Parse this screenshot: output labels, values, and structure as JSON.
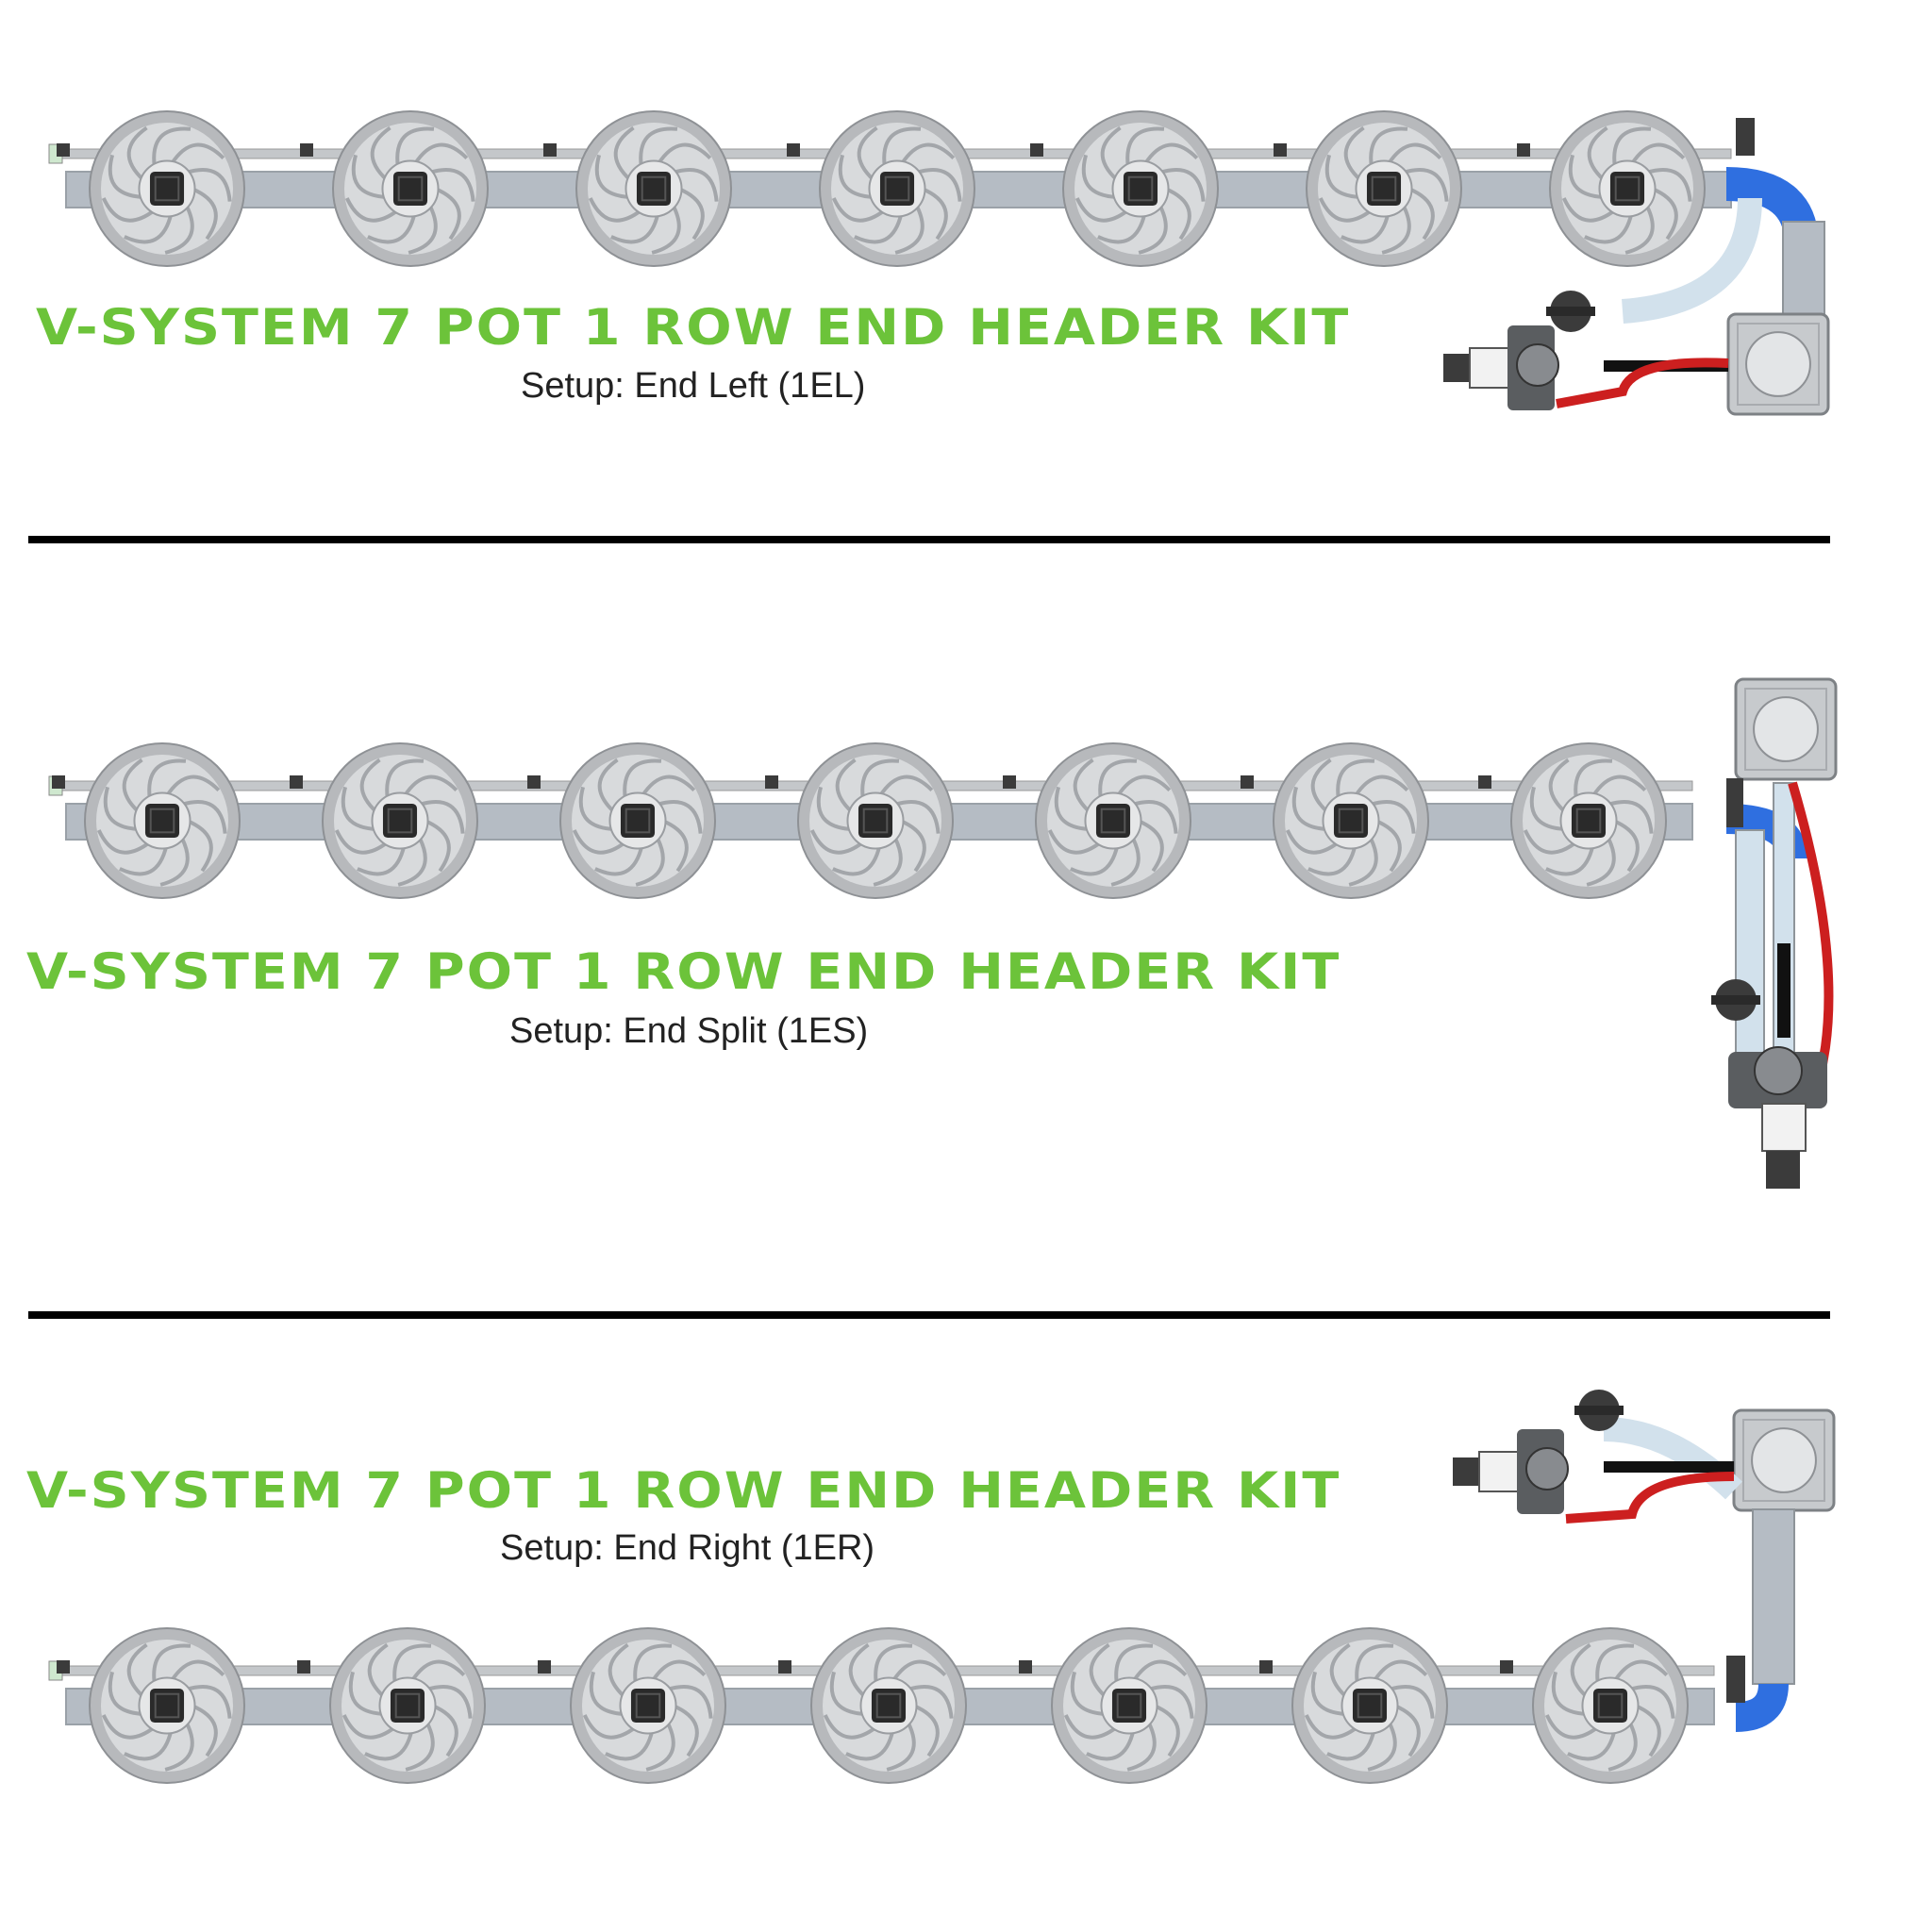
{
  "colors": {
    "title": "#6cc33a",
    "setup_text": "#222222",
    "pot_outer": "#b7b9bc",
    "pot_inner": "#d8dadc",
    "pot_center": "#2a2a2a",
    "pipe": "#b5bcc4",
    "pipe_light": "#d2e1ec",
    "tube_blue": "#2f6fe0",
    "tube_red": "#cc1f1f",
    "tank": "#c7cacd",
    "fitting": "#5a5d60",
    "valve": "#3b3b3b"
  },
  "kits": [
    {
      "id": "1EL",
      "title": "V-SYSTEM 7 POT 1 ROW END HEADER KIT",
      "setup": "Setup: End Left (1EL)",
      "pot_count": 7,
      "header_position": "right-end, below pipe"
    },
    {
      "id": "1ES",
      "title": "V-SYSTEM 7 POT 1 ROW END HEADER KIT",
      "setup": "Setup: End Split (1ES)",
      "pot_count": 7,
      "header_position": "right-end, split above and below pipe"
    },
    {
      "id": "1ER",
      "title": "V-SYSTEM 7 POT 1 ROW END HEADER KIT",
      "setup": "Setup: End Right (1ER)",
      "pot_count": 7,
      "header_position": "right-end, above pipe"
    }
  ],
  "icons": {
    "pot": "pot-icon",
    "tank": "header-tank-icon",
    "pump": "pump-icon",
    "valve": "valve-icon"
  }
}
